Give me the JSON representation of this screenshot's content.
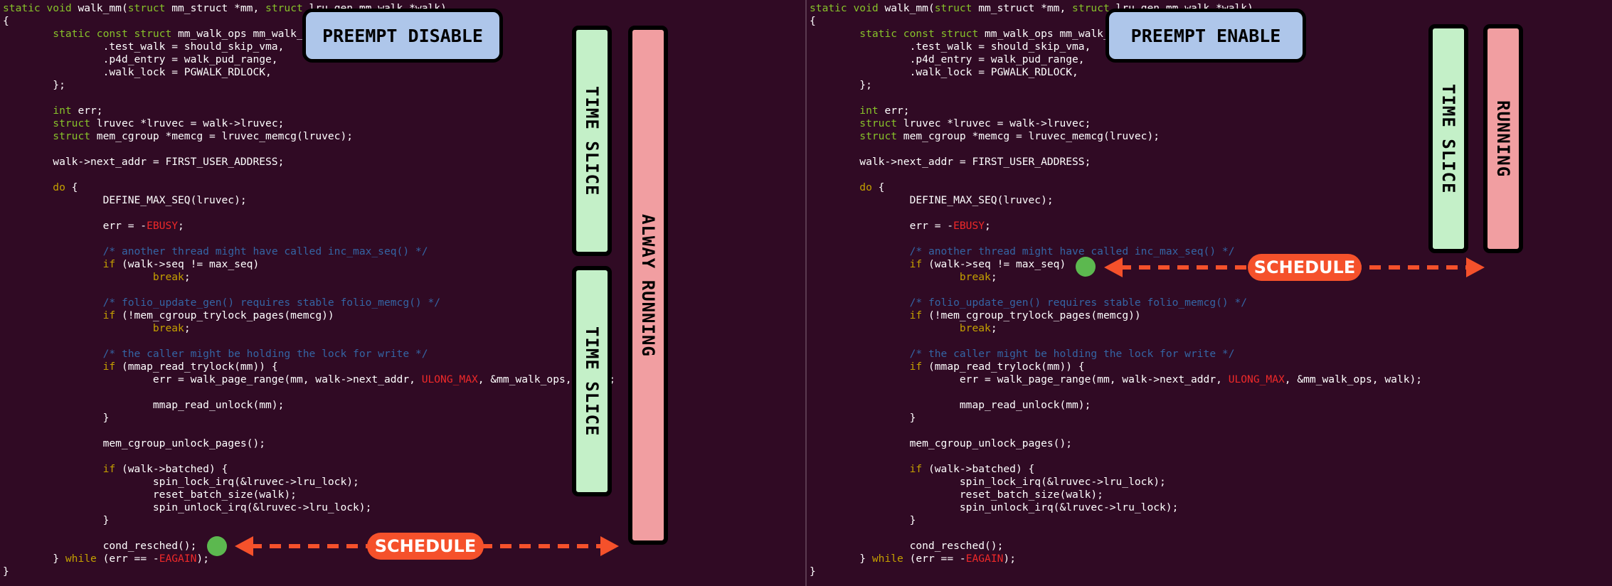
{
  "code_lines": [
    [
      [
        "t-type",
        "static void"
      ],
      [
        "t-norm",
        " walk_mm("
      ],
      [
        "t-type",
        "struct"
      ],
      [
        "t-norm",
        " mm_struct *mm, "
      ],
      [
        "t-type",
        "struct"
      ],
      [
        "t-norm",
        " lru_gen_mm_walk *walk)"
      ]
    ],
    [
      [
        "t-norm",
        "{"
      ]
    ],
    [
      [
        "t-norm",
        "        "
      ],
      [
        "t-type",
        "static const struct"
      ],
      [
        "t-norm",
        " mm_walk_ops mm_walk_ops = {"
      ]
    ],
    [
      [
        "t-norm",
        "                .test_walk = should_skip_vma,"
      ]
    ],
    [
      [
        "t-norm",
        "                .p4d_entry = walk_pud_range,"
      ]
    ],
    [
      [
        "t-norm",
        "                .walk_lock = PGWALK_RDLOCK,"
      ]
    ],
    [
      [
        "t-norm",
        "        };"
      ]
    ],
    [
      [
        "t-norm",
        ""
      ]
    ],
    [
      [
        "t-norm",
        "        "
      ],
      [
        "t-type",
        "int"
      ],
      [
        "t-norm",
        " err;"
      ]
    ],
    [
      [
        "t-norm",
        "        "
      ],
      [
        "t-type",
        "struct"
      ],
      [
        "t-norm",
        " lruvec *lruvec = walk->lruvec;"
      ]
    ],
    [
      [
        "t-norm",
        "        "
      ],
      [
        "t-type",
        "struct"
      ],
      [
        "t-norm",
        " mem_cgroup *memcg = lruvec_memcg(lruvec);"
      ]
    ],
    [
      [
        "t-norm",
        ""
      ]
    ],
    [
      [
        "t-norm",
        "        walk->next_addr = FIRST_USER_ADDRESS;"
      ]
    ],
    [
      [
        "t-norm",
        ""
      ]
    ],
    [
      [
        "t-norm",
        "        "
      ],
      [
        "t-ctrl",
        "do"
      ],
      [
        "t-norm",
        " {"
      ]
    ],
    [
      [
        "t-norm",
        "                DEFINE_MAX_SEQ(lruvec);"
      ]
    ],
    [
      [
        "t-norm",
        ""
      ]
    ],
    [
      [
        "t-norm",
        "                err = -"
      ],
      [
        "t-const",
        "EBUSY"
      ],
      [
        "t-norm",
        ";"
      ]
    ],
    [
      [
        "t-norm",
        ""
      ]
    ],
    [
      [
        "t-norm",
        "                "
      ],
      [
        "t-comment",
        "/* another thread might have called inc_max_seq() */"
      ]
    ],
    [
      [
        "t-norm",
        "                "
      ],
      [
        "t-ctrl",
        "if"
      ],
      [
        "t-norm",
        " (walk->seq != max_seq)"
      ]
    ],
    [
      [
        "t-norm",
        "                        "
      ],
      [
        "t-ctrl",
        "break"
      ],
      [
        "t-norm",
        ";"
      ]
    ],
    [
      [
        "t-norm",
        ""
      ]
    ],
    [
      [
        "t-norm",
        "                "
      ],
      [
        "t-comment",
        "/* folio_update_gen() requires stable folio_memcg() */"
      ]
    ],
    [
      [
        "t-norm",
        "                "
      ],
      [
        "t-ctrl",
        "if"
      ],
      [
        "t-norm",
        " (!mem_cgroup_trylock_pages(memcg))"
      ]
    ],
    [
      [
        "t-norm",
        "                        "
      ],
      [
        "t-ctrl",
        "break"
      ],
      [
        "t-norm",
        ";"
      ]
    ],
    [
      [
        "t-norm",
        ""
      ]
    ],
    [
      [
        "t-norm",
        "                "
      ],
      [
        "t-comment",
        "/* the caller might be holding the lock for write */"
      ]
    ],
    [
      [
        "t-norm",
        "                "
      ],
      [
        "t-ctrl",
        "if"
      ],
      [
        "t-norm",
        " (mmap_read_trylock(mm)) {"
      ]
    ],
    [
      [
        "t-norm",
        "                        err = walk_page_range(mm, walk->next_addr, "
      ],
      [
        "t-const",
        "ULONG_MAX"
      ],
      [
        "t-norm",
        ", &mm_walk_ops, walk);"
      ]
    ],
    [
      [
        "t-norm",
        ""
      ]
    ],
    [
      [
        "t-norm",
        "                        mmap_read_unlock(mm);"
      ]
    ],
    [
      [
        "t-norm",
        "                }"
      ]
    ],
    [
      [
        "t-norm",
        ""
      ]
    ],
    [
      [
        "t-norm",
        "                mem_cgroup_unlock_pages();"
      ]
    ],
    [
      [
        "t-norm",
        ""
      ]
    ],
    [
      [
        "t-norm",
        "                "
      ],
      [
        "t-ctrl",
        "if"
      ],
      [
        "t-norm",
        " (walk->batched) {"
      ]
    ],
    [
      [
        "t-norm",
        "                        spin_lock_irq(&lruvec->lru_lock);"
      ]
    ],
    [
      [
        "t-norm",
        "                        reset_batch_size(walk);"
      ]
    ],
    [
      [
        "t-norm",
        "                        spin_unlock_irq(&lruvec->lru_lock);"
      ]
    ],
    [
      [
        "t-norm",
        "                }"
      ]
    ],
    [
      [
        "t-norm",
        ""
      ]
    ],
    [
      [
        "t-norm",
        "                cond_resched();"
      ]
    ],
    [
      [
        "t-norm",
        "        } "
      ],
      [
        "t-ctrl",
        "while"
      ],
      [
        "t-norm",
        " (err == -"
      ],
      [
        "t-const",
        "EAGAIN"
      ],
      [
        "t-norm",
        ");"
      ]
    ],
    [
      [
        "t-norm",
        "}"
      ]
    ]
  ],
  "left_panel": {
    "badge": "PREEMPT DISABLE",
    "bar_time_slice_1": "TIME SLICE",
    "bar_time_slice_2": "TIME SLICE",
    "bar_running": "ALWAY RUNNING",
    "schedule_label": "SCHEDULE"
  },
  "right_panel": {
    "badge": "PREEMPT ENABLE",
    "bar_time_slice": "TIME SLICE",
    "bar_running": "RUNNING",
    "schedule_label": "SCHEDULE"
  },
  "colors": {
    "background": "#300a24",
    "time_slice": "#c4f0c8",
    "running": "#f19ea1",
    "badge": "#aec6ea",
    "schedule": "#f5512b",
    "dot": "#5cb84f"
  }
}
